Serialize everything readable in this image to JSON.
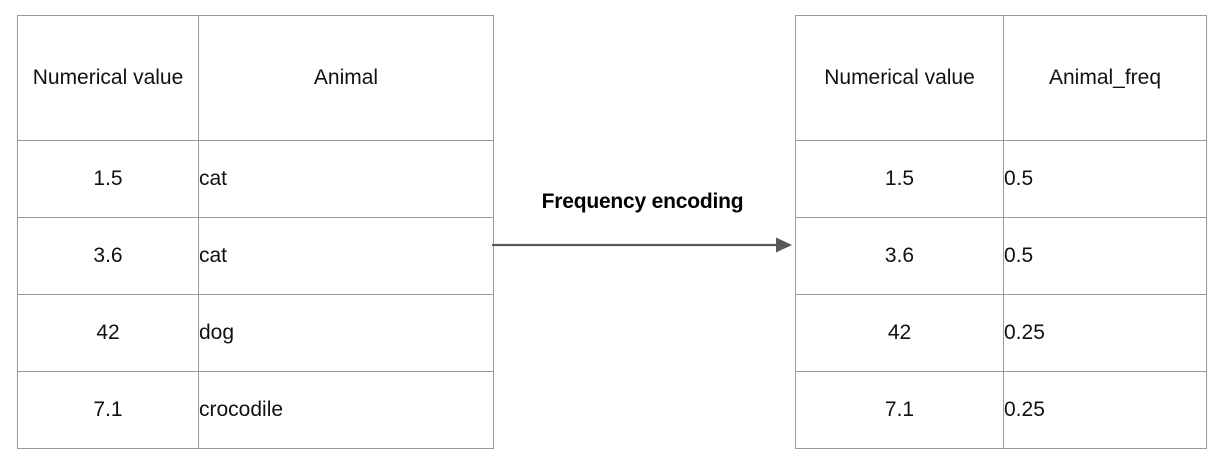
{
  "diagram": {
    "title_label": "Frequency encoding",
    "arrow_icon": "right-arrow-icon",
    "line_color": "#595959",
    "border_color": "#9a9a9a",
    "background": "#ffffff",
    "text_color": "#111111"
  },
  "source_table": {
    "name": "source-table",
    "headers": [
      "Numerical value",
      "Animal"
    ],
    "rows": [
      {
        "value": "1.5",
        "animal": "cat"
      },
      {
        "value": "3.6",
        "animal": "cat"
      },
      {
        "value": "42",
        "animal": "dog"
      },
      {
        "value": "7.1",
        "animal": "crocodile"
      }
    ]
  },
  "encoded_table": {
    "name": "encoded-table",
    "headers": [
      "Numerical value",
      "Animal_freq"
    ],
    "rows": [
      {
        "value": "1.5",
        "freq": "0.5"
      },
      {
        "value": "3.6",
        "freq": "0.5"
      },
      {
        "value": "42",
        "freq": "0.25"
      },
      {
        "value": "7.1",
        "freq": "0.25"
      }
    ]
  }
}
